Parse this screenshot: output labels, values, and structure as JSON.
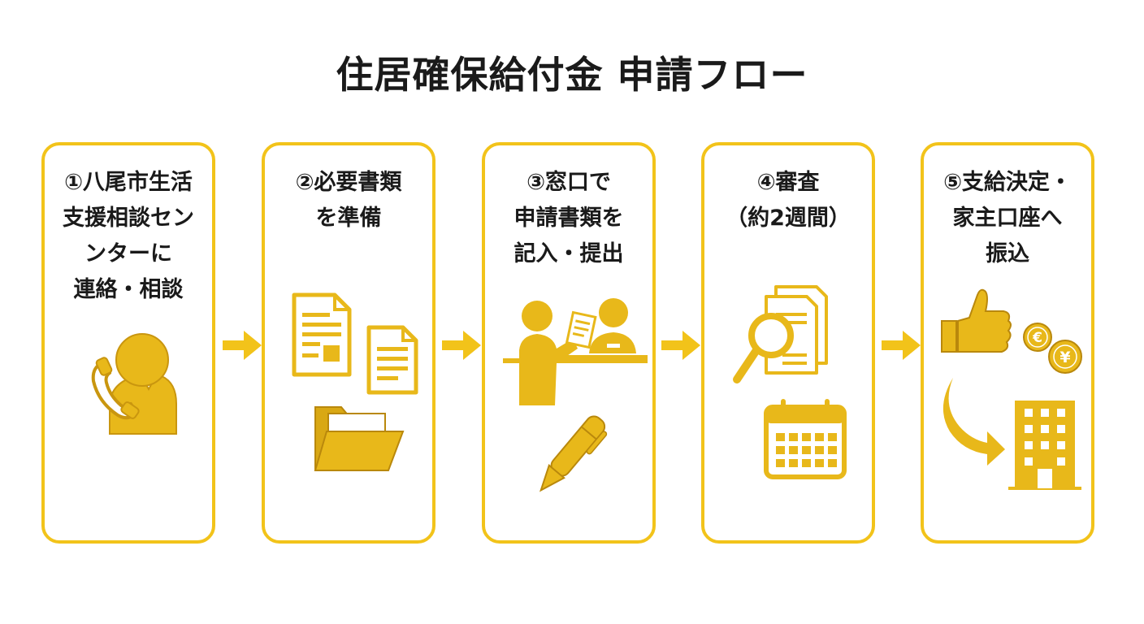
{
  "title": "住居確保給付金 申請フロー",
  "steps": [
    {
      "label": "①八尾市生活\n支援相談セン\nンターに\n連絡・相談"
    },
    {
      "label": "②必要書類\nを準備"
    },
    {
      "label": "③窓口で\n申請書類を\n記入・提出"
    },
    {
      "label": "④審査\n（約2週間）"
    },
    {
      "label": "⑤支給決定・\n家主口座へ\n振込"
    }
  ],
  "icons": [
    [
      "person-phone-icon"
    ],
    [
      "document-icon",
      "document-icon",
      "folder-icon"
    ],
    [
      "counter-reception-icon",
      "pen-icon"
    ],
    [
      "magnifier-documents-icon",
      "calendar-icon"
    ],
    [
      "thumbs-up-icon",
      "euro-coin-icon",
      "yen-coin-icon",
      "curved-arrow-icon",
      "building-icon"
    ]
  ],
  "colors": {
    "accent": "#F2C31A",
    "icon_fill": "#E8B81A",
    "icon_stroke": "#C9960F",
    "text": "#1a1a1a"
  },
  "flow_arrow_icon": "right-arrow-icon"
}
